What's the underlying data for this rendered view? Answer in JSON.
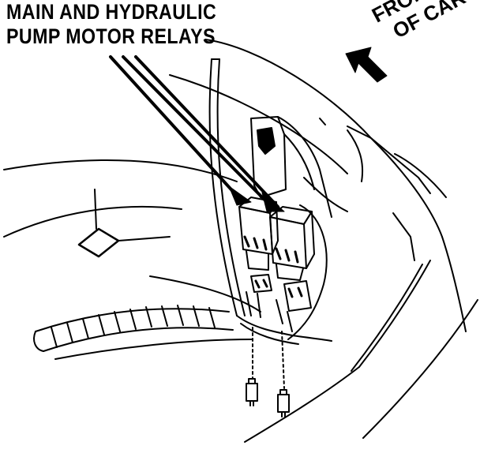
{
  "callout": {
    "line1": "MAIN AND HYDRAULIC",
    "line2": "PUMP MOTOR RELAYS"
  },
  "direction": {
    "line1": "FRONT",
    "line2": "OF CAR"
  },
  "colors": {
    "ink": "#000000",
    "paper": "#ffffff"
  }
}
